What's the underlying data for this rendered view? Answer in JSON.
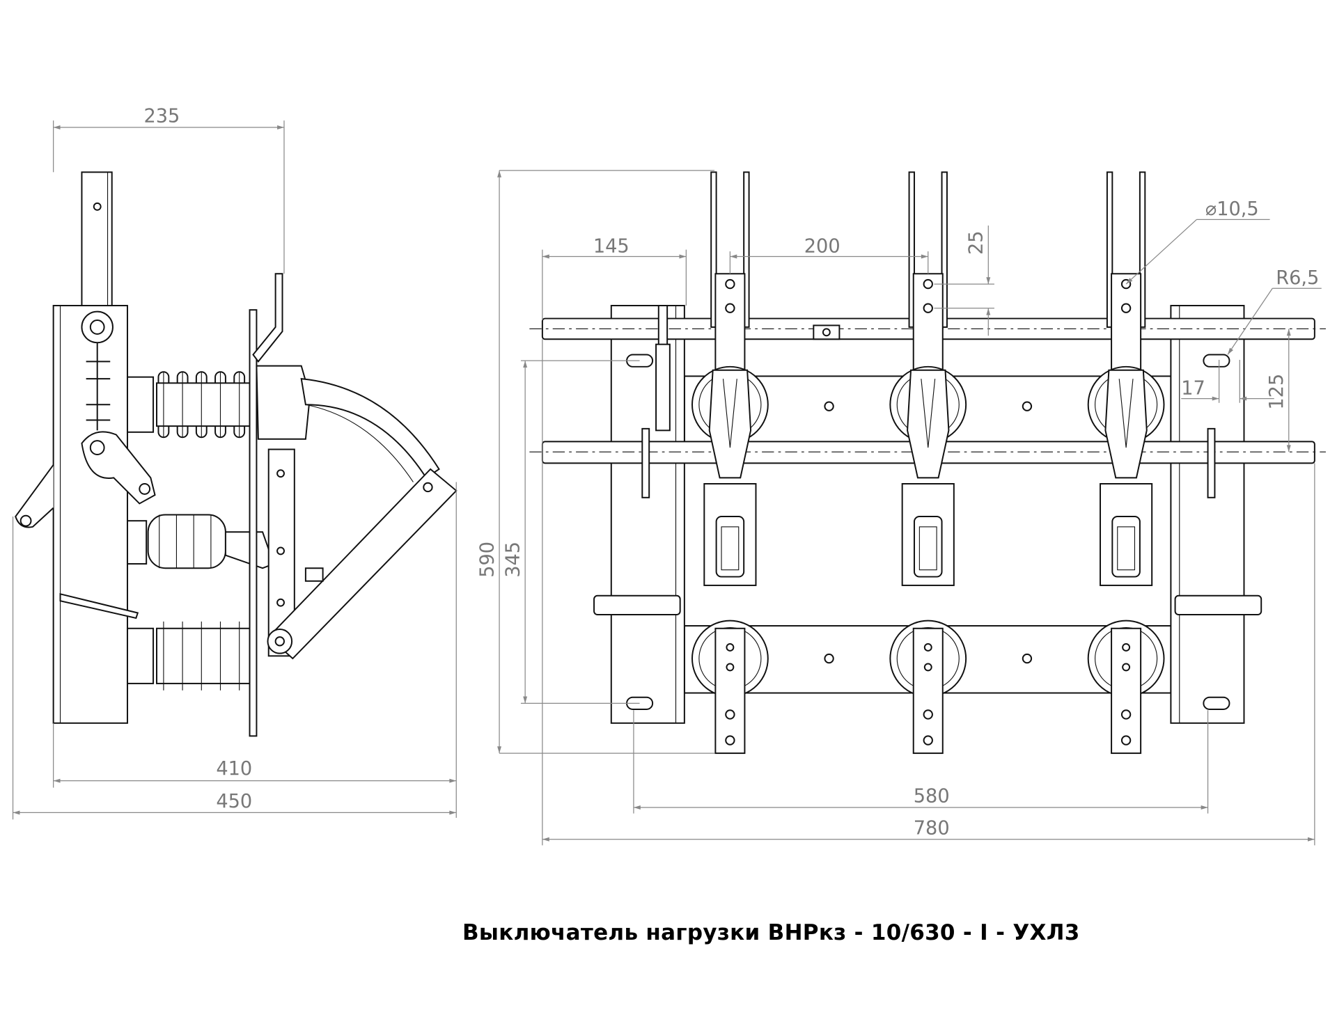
{
  "title": "Выключатель нагрузки ВНРкз - 10/630 - I - УХЛ3",
  "side_view": {
    "dimensions": {
      "top_width": "235",
      "base_410": "410",
      "base_450": "450"
    }
  },
  "front_view": {
    "dimensions": {
      "height_590": "590",
      "hole_span_345": "345",
      "offset_145": "145",
      "pole_pitch_200": "200",
      "hole_spacing_25": "25",
      "hole_diameter": "⌀10,5",
      "slot_radius": "R6,5",
      "slot_length_17": "17",
      "shaft_spacing_125": "125",
      "hole_span_580": "580",
      "overall_780": "780"
    }
  }
}
